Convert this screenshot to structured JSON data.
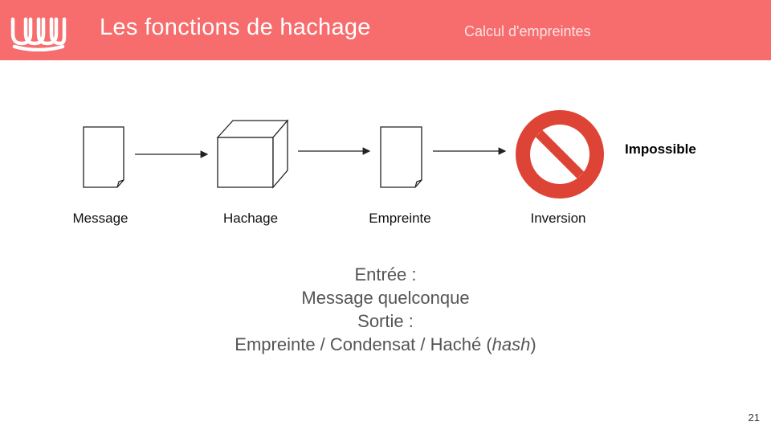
{
  "header": {
    "title": "Les fonctions de hachage",
    "subtitle": "Calcul d'empreintes",
    "color": "#f76d6e",
    "logo_icon": "wave-logo-icon"
  },
  "diagram": {
    "nodes": [
      {
        "label": "Message",
        "icon": "document-icon"
      },
      {
        "label": "Hachage",
        "icon": "cube-icon"
      },
      {
        "label": "Empreinte",
        "icon": "document-icon"
      },
      {
        "label": "Inversion",
        "icon": "prohibited-icon"
      }
    ],
    "result": "Impossible",
    "prohibited_color": "#dd4436"
  },
  "io": {
    "input_label": "Entrée :",
    "input_value": "Message quelconque",
    "output_label": "Sortie :",
    "output_value_prefix": "Empreinte / Condensat / Haché (",
    "output_value_italic": "hash",
    "output_value_suffix": ")"
  },
  "page_number": "21"
}
